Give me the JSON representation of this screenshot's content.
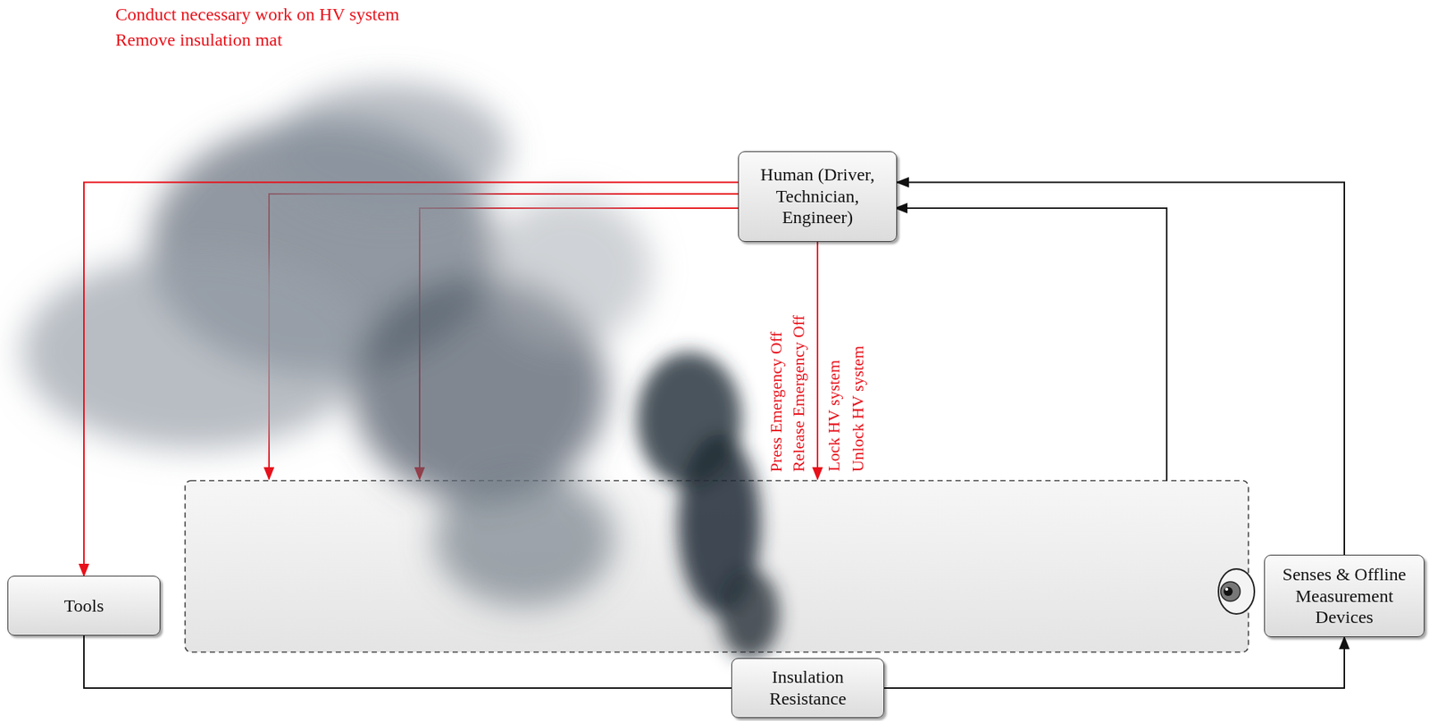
{
  "diagram": {
    "nodes": [
      {
        "text": [
          "Human (Driver, Technician, Engineer)"
        ]
      },
      {
        "text": [
          "Tools"
        ]
      },
      {
        "text": [
          "Insulation Resistance"
        ]
      },
      {
        "text": [
          "Senses & Offline Measurement Devices"
        ]
      }
    ],
    "edges": [
      {
        "from": 0,
        "to": 1,
        "arrow": "to"
      },
      {
        "from": 1,
        "to": 2,
        "arrow": "none"
      },
      {
        "from": 2,
        "to": 3,
        "arrow": "to"
      },
      {
        "from": 3,
        "to": 0,
        "arrow": "to"
      }
    ],
    "labels": [
      "Conduct necessary work on HV system",
      "Remove insulation mat",
      "Press Emergency Off",
      "Release Emergency Off",
      "Lock HV system",
      "Unlock HV system"
    ]
  }
}
